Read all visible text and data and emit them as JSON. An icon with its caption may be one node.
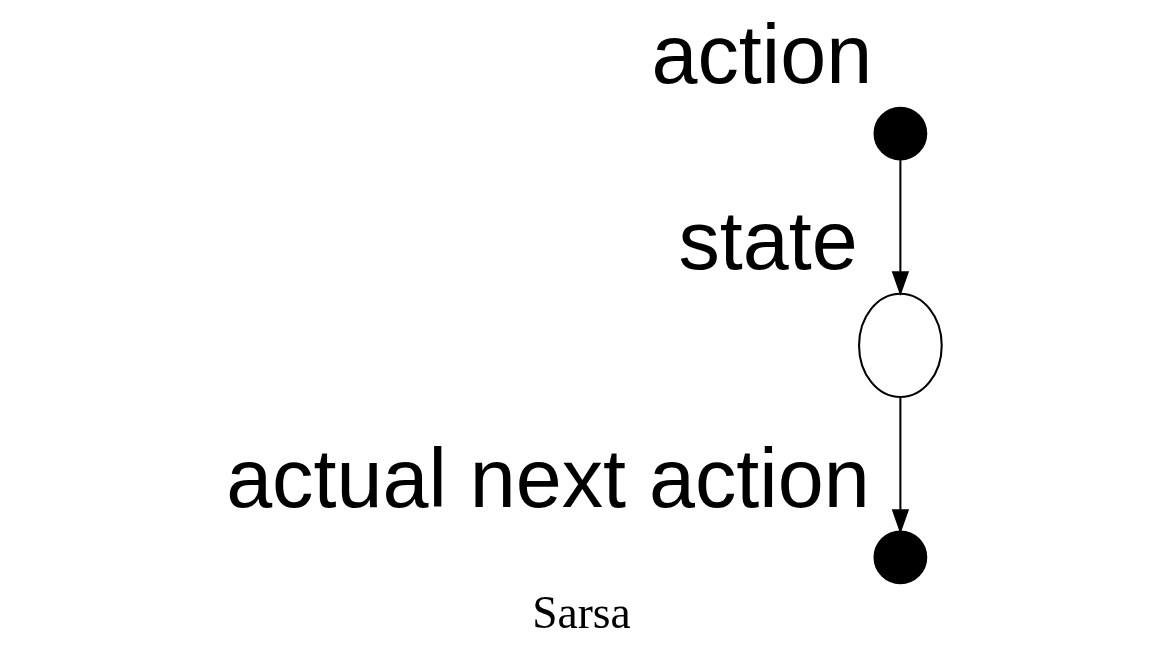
{
  "diagram": {
    "caption": "Sarsa",
    "nodes": [
      {
        "text": [],
        "shape": "dot",
        "beside": [
          "action"
        ]
      },
      {
        "text": [],
        "shape": "circle",
        "beside": [
          "state"
        ]
      },
      {
        "text": [],
        "shape": "dot",
        "beside": [
          "actual next action"
        ]
      }
    ],
    "edges": [
      {
        "from": 0,
        "to": 1,
        "arrow": "to"
      },
      {
        "from": 1,
        "to": 2,
        "arrow": "to"
      }
    ]
  }
}
